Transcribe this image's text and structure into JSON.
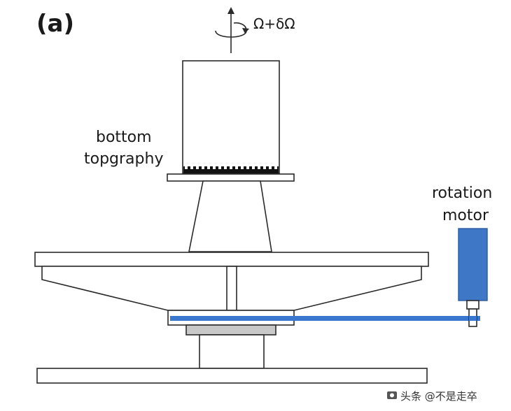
{
  "panel_label": "(a)",
  "rotation_symbol": "Ω+δΩ",
  "labels": {
    "bottom_line1": "bottom",
    "bottom_line2": "topgraphy",
    "motor_line1": "rotation",
    "motor_line2": "motor"
  },
  "watermark": "头条 @不是走卒",
  "colors": {
    "belt": "#3a78d0",
    "motor": "#3f77c7",
    "motor_edge": "#2c5a9e",
    "bearing": "#c8c8c8",
    "topography": "#111111"
  },
  "icons": {
    "rotation_arrow": "rotation-arrow-icon",
    "watermark_logo": "camera-logo-icon"
  }
}
